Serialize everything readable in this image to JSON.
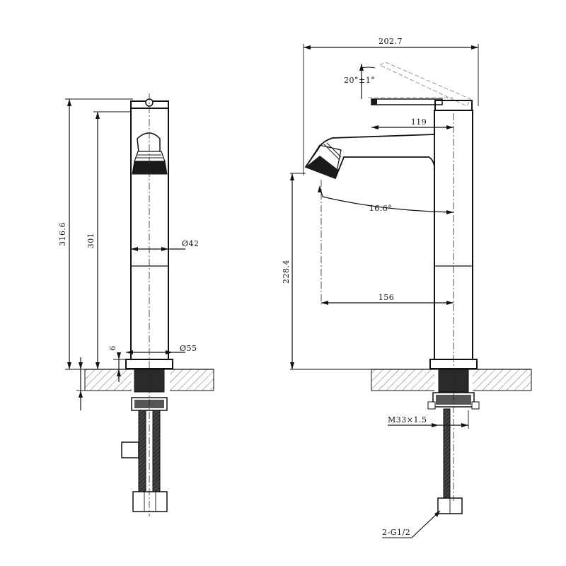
{
  "dimensions": {
    "total_height": "316.6",
    "body_height": "301",
    "body_diameter": "Ø42",
    "base_thickness": "6",
    "base_diameter": "Ø55",
    "overall_width": "202.7",
    "lever_angle": "20°±1°",
    "lever_length": "119",
    "spout_angle": "16.6°",
    "spout_height": "228.4",
    "spout_reach": "156",
    "thread": "M33×1.5",
    "hose_connection": "2-G1/2"
  },
  "colors": {
    "line": "#111111",
    "hatch": "#444444",
    "ghost": "#999999",
    "fill_dark": "#1a1a1a"
  }
}
